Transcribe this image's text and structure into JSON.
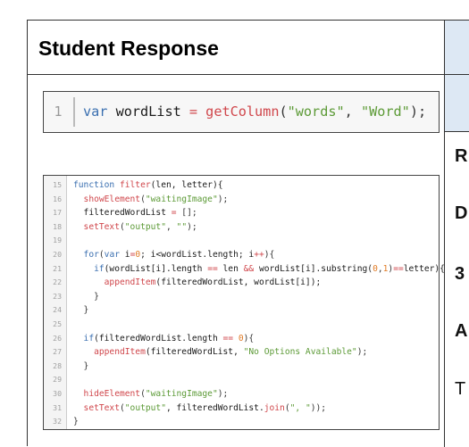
{
  "header": {
    "title": "Student Response"
  },
  "right_column": {
    "letters": [
      "R",
      "D",
      "3",
      "A",
      "T"
    ]
  },
  "snippet1": {
    "line_number": "1",
    "tokens": [
      {
        "t": "var ",
        "c": "kw"
      },
      {
        "t": "wordList",
        "c": "id"
      },
      {
        "t": " = ",
        "c": "op"
      },
      {
        "t": "getColumn",
        "c": "fn"
      },
      {
        "t": "(",
        "c": "pn"
      },
      {
        "t": "\"words\"",
        "c": "str"
      },
      {
        "t": ", ",
        "c": "pn"
      },
      {
        "t": "\"Word\"",
        "c": "str"
      },
      {
        "t": ");",
        "c": "pn"
      }
    ]
  },
  "snippet2": {
    "lines": [
      {
        "n": "15",
        "tokens": [
          {
            "t": "function ",
            "c": "kw"
          },
          {
            "t": "filter",
            "c": "fn"
          },
          {
            "t": "(len, letter){",
            "c": "id"
          }
        ]
      },
      {
        "n": "16",
        "tokens": [
          {
            "t": "  showElement",
            "c": "fn"
          },
          {
            "t": "(",
            "c": "pn"
          },
          {
            "t": "\"waitingImage\"",
            "c": "str"
          },
          {
            "t": ");",
            "c": "pn"
          }
        ]
      },
      {
        "n": "17",
        "tokens": [
          {
            "t": "  filteredWordList ",
            "c": "id"
          },
          {
            "t": "=",
            "c": "op"
          },
          {
            "t": " [];",
            "c": "pn"
          }
        ]
      },
      {
        "n": "18",
        "tokens": [
          {
            "t": "  setText",
            "c": "fn"
          },
          {
            "t": "(",
            "c": "pn"
          },
          {
            "t": "\"output\"",
            "c": "str"
          },
          {
            "t": ", ",
            "c": "pn"
          },
          {
            "t": "\"\"",
            "c": "str"
          },
          {
            "t": ");",
            "c": "pn"
          }
        ]
      },
      {
        "n": "19",
        "tokens": []
      },
      {
        "n": "20",
        "tokens": [
          {
            "t": "  for",
            "c": "kw"
          },
          {
            "t": "(",
            "c": "pn"
          },
          {
            "t": "var ",
            "c": "kw"
          },
          {
            "t": "i",
            "c": "id"
          },
          {
            "t": "=",
            "c": "op"
          },
          {
            "t": "0",
            "c": "num"
          },
          {
            "t": "; i<wordList.length; i",
            "c": "id"
          },
          {
            "t": "++",
            "c": "op"
          },
          {
            "t": "){",
            "c": "pn"
          }
        ]
      },
      {
        "n": "21",
        "tokens": [
          {
            "t": "    if",
            "c": "kw"
          },
          {
            "t": "(wordList[i].length ",
            "c": "id"
          },
          {
            "t": "==",
            "c": "op"
          },
          {
            "t": " len ",
            "c": "id"
          },
          {
            "t": "&&",
            "c": "op"
          },
          {
            "t": " wordList[i].substring(",
            "c": "id"
          },
          {
            "t": "0",
            "c": "num"
          },
          {
            "t": ",",
            "c": "pn"
          },
          {
            "t": "1",
            "c": "num"
          },
          {
            "t": ")",
            "c": "pn"
          },
          {
            "t": "==",
            "c": "op"
          },
          {
            "t": "letter){",
            "c": "id"
          }
        ]
      },
      {
        "n": "22",
        "tokens": [
          {
            "t": "      appendItem",
            "c": "fn"
          },
          {
            "t": "(filteredWordList, wordList[i]);",
            "c": "id"
          }
        ]
      },
      {
        "n": "23",
        "tokens": [
          {
            "t": "    }",
            "c": "pn"
          }
        ]
      },
      {
        "n": "24",
        "tokens": [
          {
            "t": "  }",
            "c": "pn"
          }
        ]
      },
      {
        "n": "25",
        "tokens": []
      },
      {
        "n": "26",
        "tokens": [
          {
            "t": "  if",
            "c": "kw"
          },
          {
            "t": "(filteredWordList.length ",
            "c": "id"
          },
          {
            "t": "==",
            "c": "op"
          },
          {
            "t": " ",
            "c": "pn"
          },
          {
            "t": "0",
            "c": "num"
          },
          {
            "t": "){",
            "c": "pn"
          }
        ]
      },
      {
        "n": "27",
        "tokens": [
          {
            "t": "    appendItem",
            "c": "fn"
          },
          {
            "t": "(filteredWordList, ",
            "c": "id"
          },
          {
            "t": "\"No Options Available\"",
            "c": "str"
          },
          {
            "t": ");",
            "c": "pn"
          }
        ]
      },
      {
        "n": "28",
        "tokens": [
          {
            "t": "  }",
            "c": "pn"
          }
        ]
      },
      {
        "n": "29",
        "tokens": []
      },
      {
        "n": "30",
        "tokens": [
          {
            "t": "  hideElement",
            "c": "fn"
          },
          {
            "t": "(",
            "c": "pn"
          },
          {
            "t": "\"waitingImage\"",
            "c": "str"
          },
          {
            "t": ");",
            "c": "pn"
          }
        ]
      },
      {
        "n": "31",
        "tokens": [
          {
            "t": "  setText",
            "c": "fn"
          },
          {
            "t": "(",
            "c": "pn"
          },
          {
            "t": "\"output\"",
            "c": "str"
          },
          {
            "t": ", filteredWordList.",
            "c": "id"
          },
          {
            "t": "join",
            "c": "fn"
          },
          {
            "t": "(",
            "c": "pn"
          },
          {
            "t": "\", \"",
            "c": "str"
          },
          {
            "t": "));",
            "c": "pn"
          }
        ]
      },
      {
        "n": "32",
        "tokens": [
          {
            "t": "}",
            "c": "pn"
          }
        ]
      }
    ]
  }
}
